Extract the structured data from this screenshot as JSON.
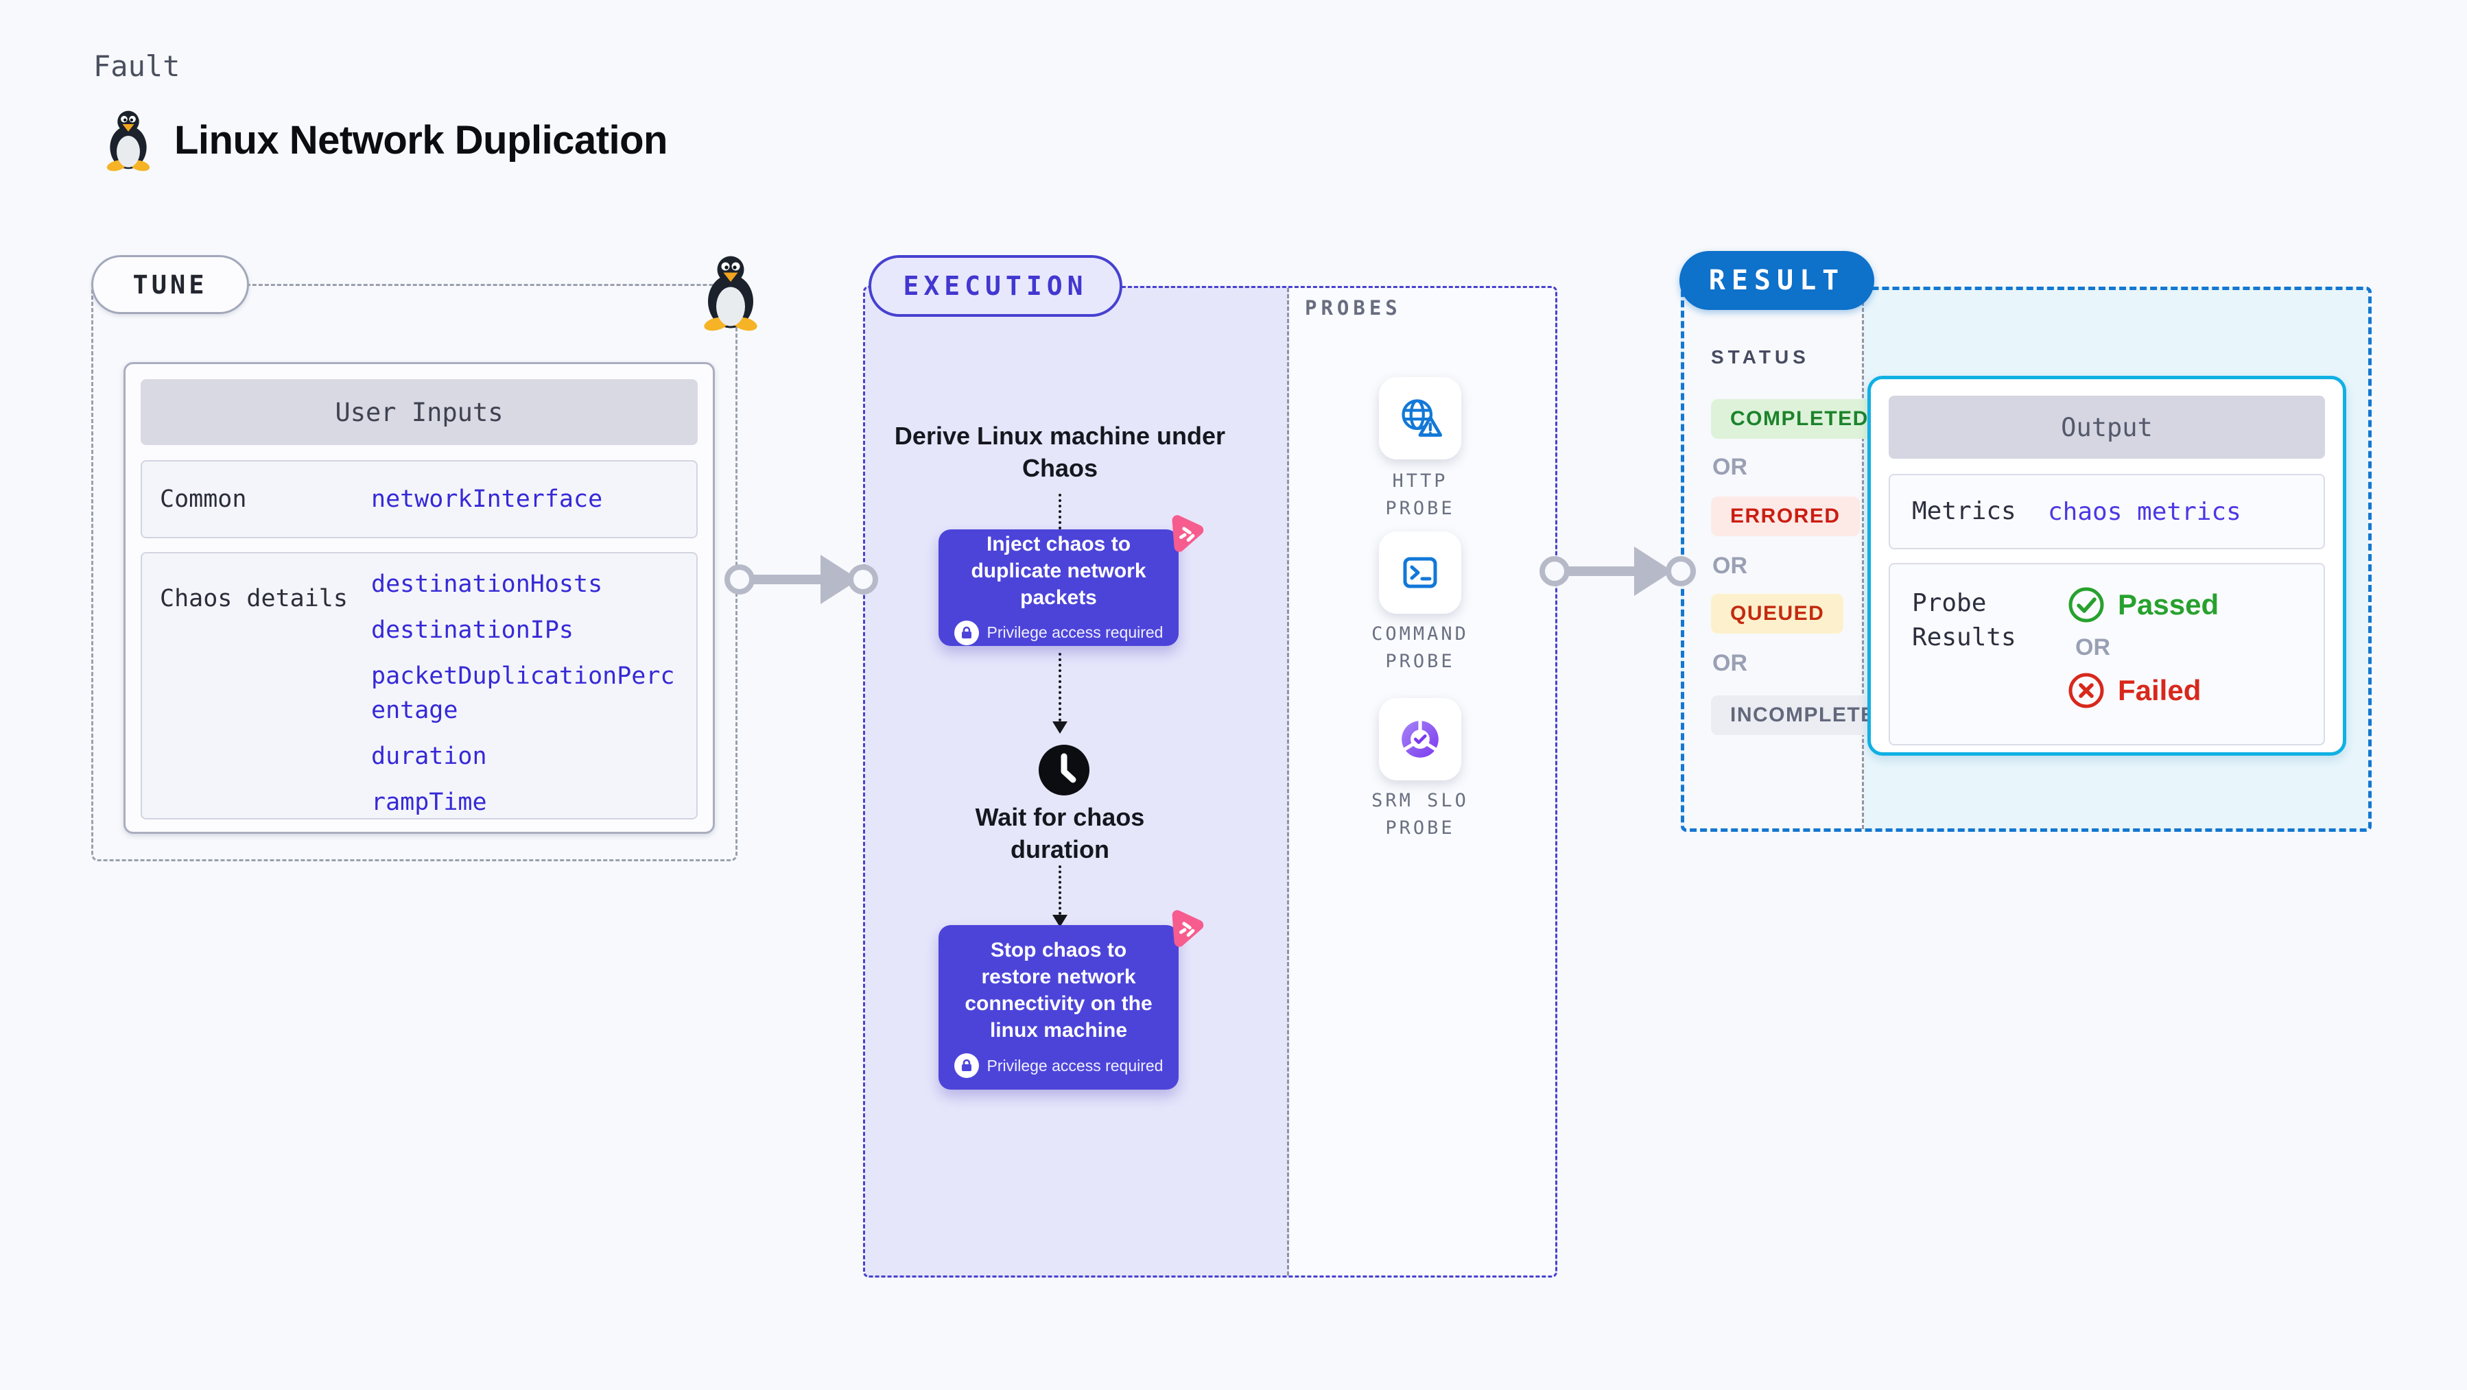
{
  "page": {
    "eyebrow": "Fault",
    "title": "Linux Network Duplication"
  },
  "tune": {
    "badge": "TUNE",
    "table_header": "User Inputs",
    "rows": [
      {
        "label": "Common",
        "values": [
          "networkInterface"
        ]
      },
      {
        "label": "Chaos details",
        "values": [
          "destinationHosts",
          "destinationIPs",
          "packetDuplicationPercentage",
          "duration",
          "rampTime"
        ]
      }
    ]
  },
  "execution": {
    "badge": "EXECUTION",
    "derive_step": "Derive Linux machine under Chaos",
    "inject_step": "Inject chaos to duplicate network packets",
    "privilege_note": "Privilege access required",
    "wait_step": "Wait for chaos duration",
    "stop_step": "Stop chaos to restore network connectivity on the linux machine"
  },
  "probes": {
    "label": "PROBES",
    "items": [
      "HTTP PROBE",
      "COMMAND PROBE",
      "SRM SLO PROBE"
    ]
  },
  "result": {
    "badge": "RESULT",
    "status_label": "STATUS",
    "or_label": "OR",
    "statuses": [
      {
        "label": "COMPLETED"
      },
      {
        "label": "ERRORED"
      },
      {
        "label": "QUEUED"
      },
      {
        "label": "INCOMPLETED"
      }
    ],
    "output": {
      "header": "Output",
      "metrics_label": "Metrics",
      "metrics_value": "chaos metrics",
      "probe_results_label": "Probe Results",
      "passed": "Passed",
      "failed": "Failed"
    }
  },
  "colors": {
    "accent_indigo": "#4c44d9",
    "accent_blue": "#0e71ca",
    "cyan_border": "#10b0e3",
    "pink": "#f75c8e",
    "green": "#27a12e",
    "red": "#d8281b",
    "lavender_bg": "#e6e6fb",
    "ice_bg": "#e8f5fb",
    "queued_bg": "#fdf1cd"
  }
}
